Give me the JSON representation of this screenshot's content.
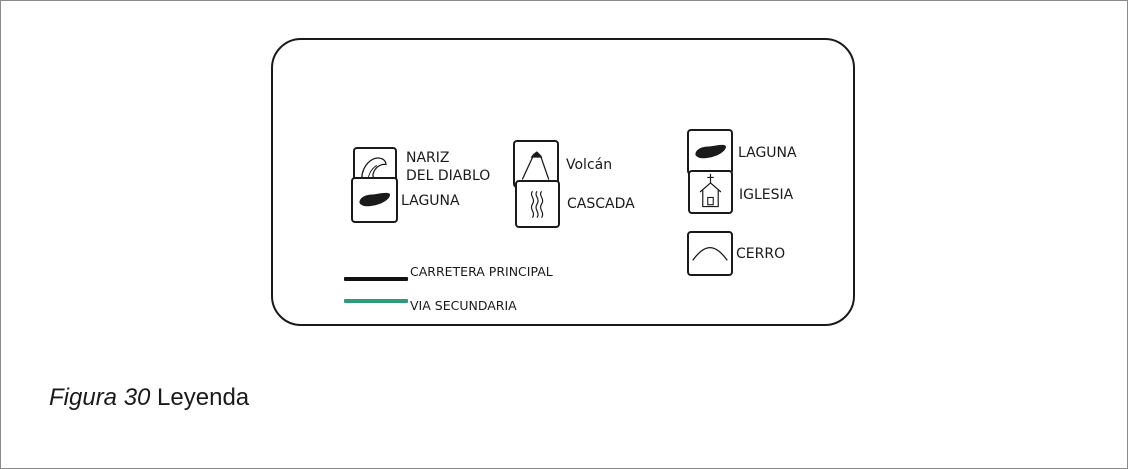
{
  "legend": {
    "nariz_label_line1": "NARIZ",
    "nariz_label_line2": "DEL DIABLO",
    "volcan_label": "Volcán",
    "laguna_right_label": "LAGUNA",
    "laguna_left_label": "LAGUNA",
    "cascada_label": "CASCADA",
    "iglesia_label": "IGLESIA",
    "cerro_label": "CERRO",
    "carretera_label": "CARRETERA PRINCIPAL",
    "via_label": "VIA SECUNDARIA",
    "carretera_color": "#111111",
    "via_color": "#2e9c7a",
    "icons": [
      "nariz-del-diablo-icon",
      "volcano-icon",
      "lagoon-icon",
      "waterfall-icon",
      "church-icon",
      "hill-icon"
    ]
  },
  "caption": {
    "figure_label": "Figura 30",
    "figure_text": " Leyenda"
  }
}
